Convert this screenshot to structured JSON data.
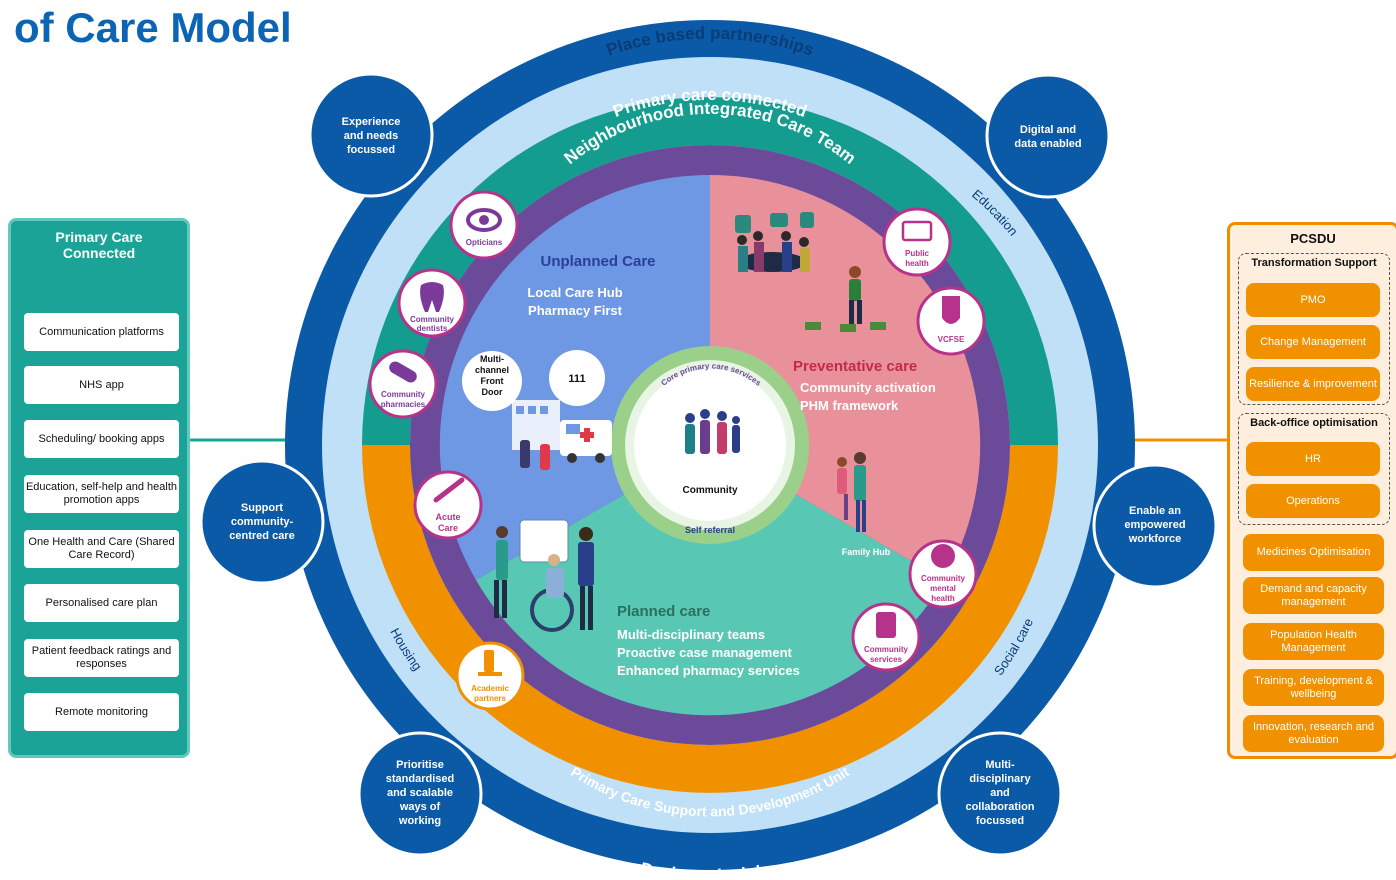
{
  "title": "of Care Model",
  "rings": {
    "outer_top": "Place based partnerships",
    "outer_bottom": "Design principles",
    "outer_left": "Housing",
    "outer_right_top": "Education",
    "outer_right_bottom": "Social care",
    "teal": "Primary care connected",
    "purple": "Neighbourhood Integrated Care Team",
    "orange": "Primary Care Support and Development Unit",
    "core": "Core primary care services"
  },
  "design_principles": [
    {
      "id": "experience",
      "text": [
        "Experience",
        "and needs",
        "focussed"
      ]
    },
    {
      "id": "digital",
      "text": [
        "Digital and",
        "data enabled"
      ]
    },
    {
      "id": "community",
      "text": [
        "Support",
        "community-",
        "centred care"
      ]
    },
    {
      "id": "workforce",
      "text": [
        "Enable an",
        "empowered",
        "workforce"
      ]
    },
    {
      "id": "standardised",
      "text": [
        "Prioritise",
        "standardised",
        "and scalable",
        "ways of",
        "working"
      ]
    },
    {
      "id": "collaboration",
      "text": [
        "Multi-",
        "disciplinary",
        "and",
        "collaboration",
        "focussed"
      ]
    }
  ],
  "sectors": {
    "unplanned": {
      "title": "Unplanned Care",
      "items": [
        "Local Care Hub",
        "Pharmacy First"
      ]
    },
    "preventative": {
      "title": "Preventative care",
      "items": [
        "Community activation",
        "PHM framework"
      ]
    },
    "planned": {
      "title": "Planned care",
      "items": [
        "Multi-disciplinary teams",
        "Proactive case management",
        "Enhanced pharmacy services"
      ]
    }
  },
  "center": {
    "label": "Community",
    "self_referral": "Self referral"
  },
  "front_door": {
    "text": [
      "Multi-",
      "channel",
      "Front",
      "Door"
    ],
    "phone": "111"
  },
  "family_hub": "Family Hub",
  "services": [
    {
      "id": "opticians",
      "text": [
        "Opticians"
      ]
    },
    {
      "id": "dentists",
      "text": [
        "Community",
        "dentists"
      ]
    },
    {
      "id": "pharmacies",
      "text": [
        "Community",
        "pharmacies"
      ]
    },
    {
      "id": "acute",
      "text": [
        "Acute",
        "Care"
      ]
    },
    {
      "id": "academic",
      "text": [
        "Academic",
        "partners"
      ]
    },
    {
      "id": "public-health",
      "text": [
        "Public",
        "health"
      ]
    },
    {
      "id": "vcfse",
      "text": [
        "VCFSE"
      ]
    },
    {
      "id": "mental-health",
      "text": [
        "Community",
        "mental",
        "health"
      ]
    },
    {
      "id": "community-services",
      "text": [
        "Community",
        "services"
      ]
    }
  ],
  "left_panel": {
    "title": [
      "Primary Care",
      "Connected"
    ],
    "items": [
      "Communication platforms",
      "NHS app",
      "Scheduling/ booking apps",
      "Education, self-help and health promotion apps",
      "One Health and Care (Shared Care Record)",
      "Personalised care plan",
      "Patient feedback ratings and responses",
      "Remote monitoring"
    ]
  },
  "right_panel": {
    "title": "PCSDU",
    "transformation": {
      "title": "Transformation Support",
      "items": [
        "PMO",
        "Change Management",
        "Resilience & improvement"
      ]
    },
    "backoffice": {
      "title": "Back-office optimisation",
      "items": [
        "HR",
        "Operations"
      ]
    },
    "items": [
      "Medicines Optimisation",
      "Demand and capacity management",
      "Population Health Management",
      "Training, development & wellbeing",
      "Innovation, research and evaluation"
    ]
  },
  "colors": {
    "navy": "#0b5aa8",
    "light_blue": "#bfe0f7",
    "teal": "#149c8f",
    "purple": "#6c4a9a",
    "orange": "#f29100",
    "unplanned": "#6e98e4",
    "preventative": "#e8919b",
    "planned": "#58c8b4",
    "magenta": "#b7338b"
  }
}
